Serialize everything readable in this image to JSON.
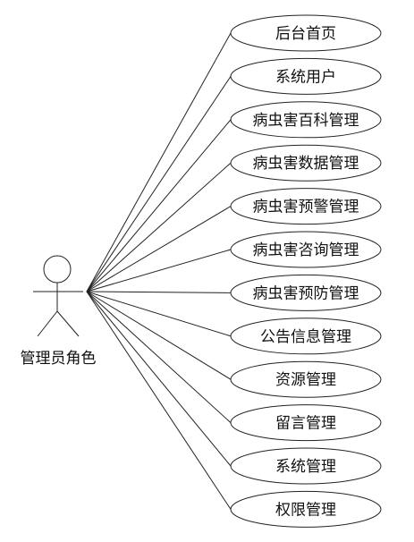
{
  "actor": {
    "label": "管理员角色"
  },
  "use_cases": [
    {
      "label": "后台首页"
    },
    {
      "label": "系统用户"
    },
    {
      "label": "病虫害百科管理"
    },
    {
      "label": "病虫害数据管理"
    },
    {
      "label": "病虫害预警管理"
    },
    {
      "label": "病虫害咨询管理"
    },
    {
      "label": "病虫害预防管理"
    },
    {
      "label": "公告信息管理"
    },
    {
      "label": "资源管理"
    },
    {
      "label": "留言管理"
    },
    {
      "label": "系统管理"
    },
    {
      "label": "权限管理"
    }
  ],
  "colors": {
    "stroke": "#222222",
    "text": "#111111",
    "background": "#ffffff"
  }
}
